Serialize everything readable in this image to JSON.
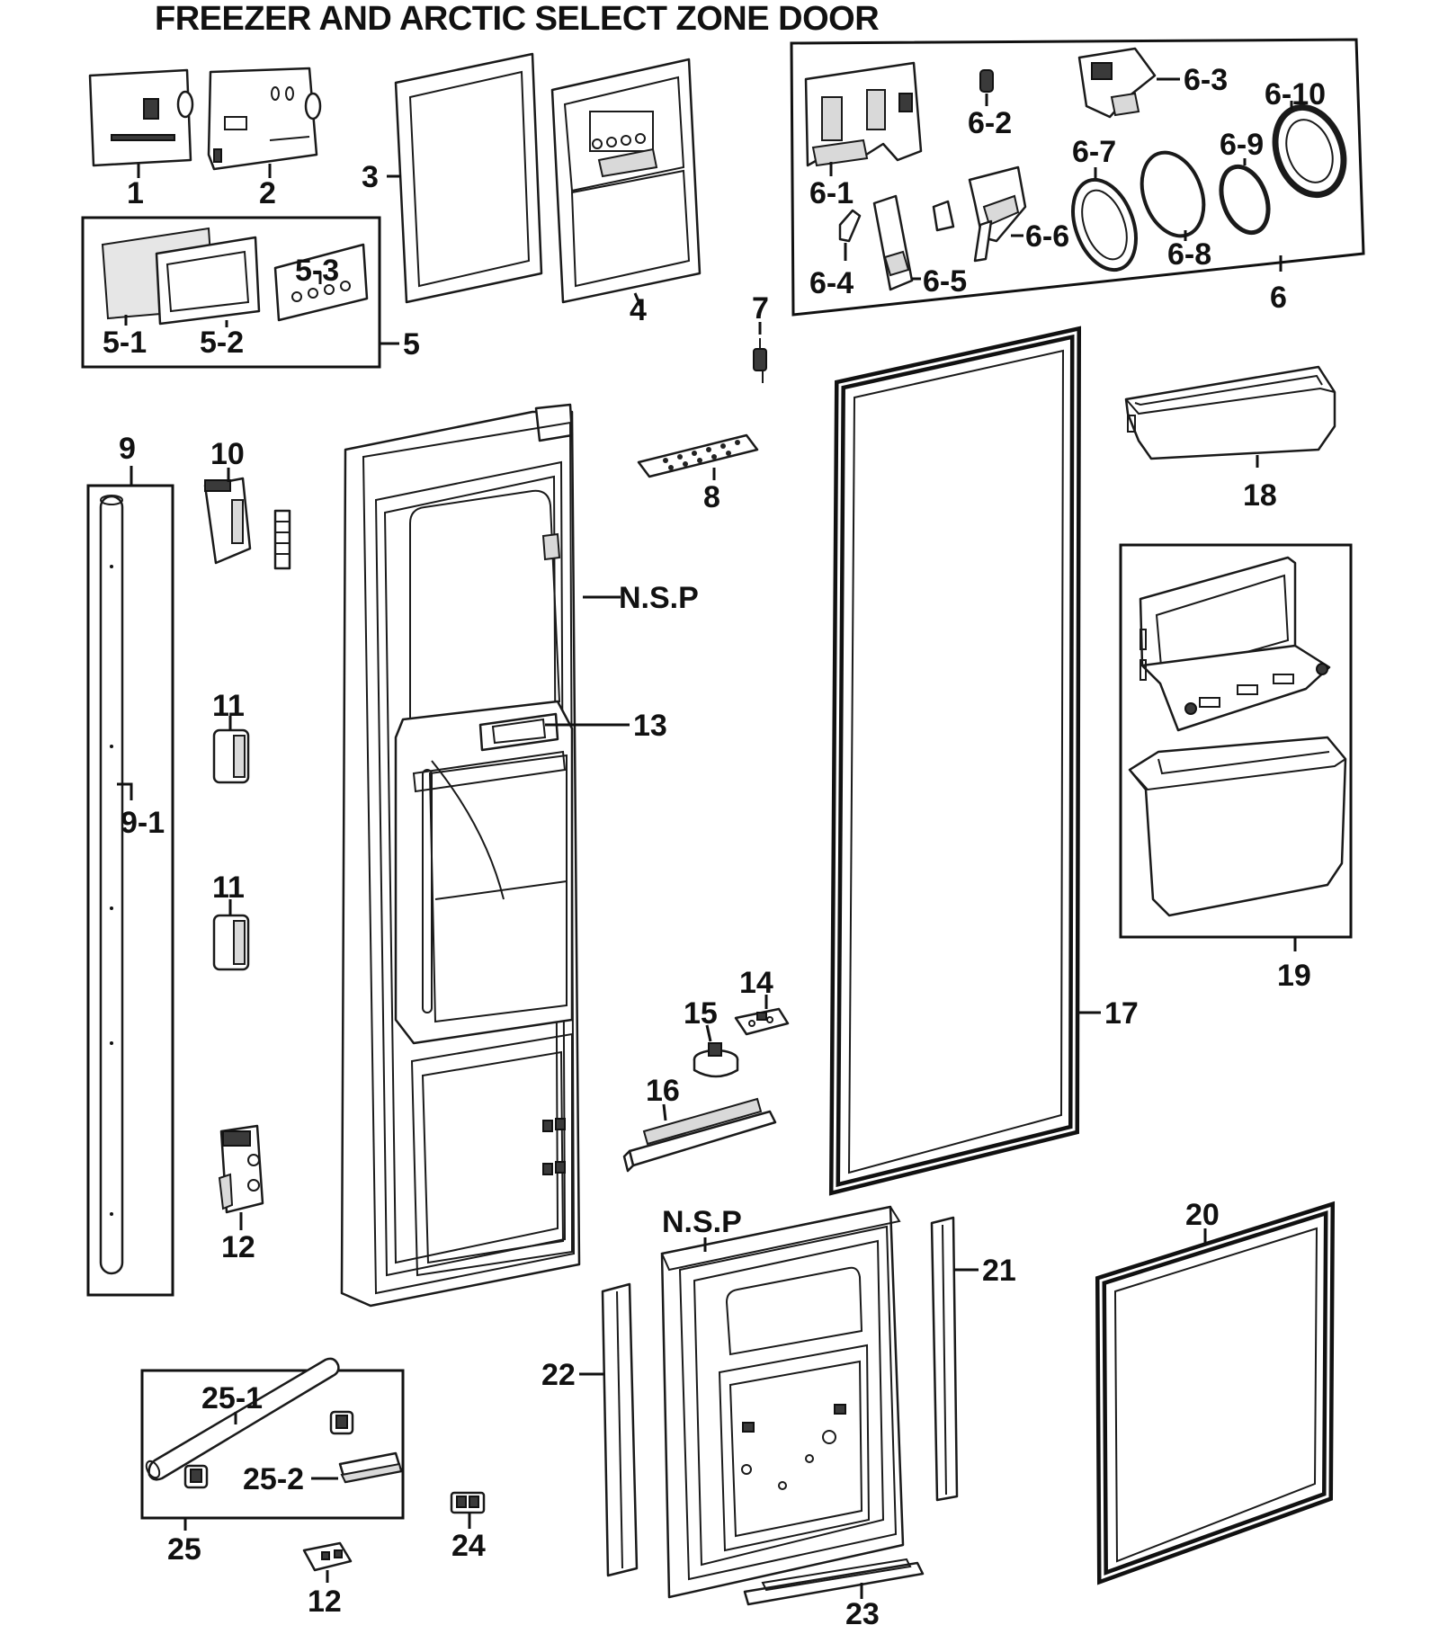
{
  "title": "FREEZER AND ARCTIC SELECT ZONE DOOR",
  "labels": {
    "p1": "1",
    "p2": "2",
    "p3": "3",
    "p4": "4",
    "p5": "5",
    "p5_1": "5-1",
    "p5_2": "5-2",
    "p5_3": "5-3",
    "p6": "6",
    "p6_1": "6-1",
    "p6_2": "6-2",
    "p6_3": "6-3",
    "p6_4": "6-4",
    "p6_5": "6-5",
    "p6_6": "6-6",
    "p6_7": "6-7",
    "p6_8": "6-8",
    "p6_9": "6-9",
    "p6_10": "6-10",
    "p7": "7",
    "p8": "8",
    "p9": "9",
    "p9_1": "9-1",
    "p10": "10",
    "p11a": "11",
    "p11b": "11",
    "p12a": "12",
    "p12b": "12",
    "p13": "13",
    "p14": "14",
    "p15": "15",
    "p16": "16",
    "p17": "17",
    "p18": "18",
    "p19": "19",
    "p20": "20",
    "p21": "21",
    "p22": "22",
    "p23": "23",
    "p24": "24",
    "p25": "25",
    "p25_1": "25-1",
    "p25_2": "25-2",
    "nsp_top": "N.S.P",
    "nsp_bottom": "N.S.P"
  }
}
